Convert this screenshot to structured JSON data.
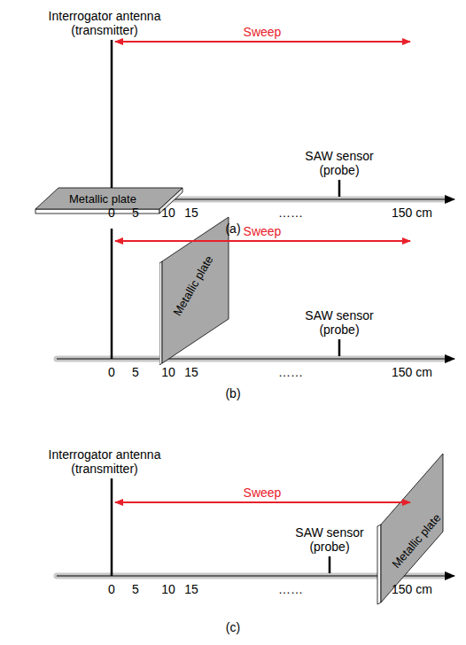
{
  "diagram": {
    "nodes": [
      {
        "text": [
          "Metallic plate"
        ]
      },
      {
        "text": [
          "Metallic plate"
        ]
      },
      {
        "text": [
          "Metallic plate"
        ]
      }
    ],
    "labels": [
      "Interrogator antenna (transmitter)",
      "Sweep",
      "SAW sensor (probe)",
      "0",
      "5",
      "10",
      "15",
      "……",
      "150 cm",
      "(a)",
      "Sweep",
      "SAW sensor (probe)",
      "0",
      "5",
      "10",
      "15",
      "……",
      "150 cm",
      "(b)",
      "Interrogator antenna (transmitter)",
      "Sweep",
      "SAW sensor (probe)",
      "0",
      "5",
      "10",
      "15",
      "……",
      "150 cm",
      "(c)"
    ]
  }
}
